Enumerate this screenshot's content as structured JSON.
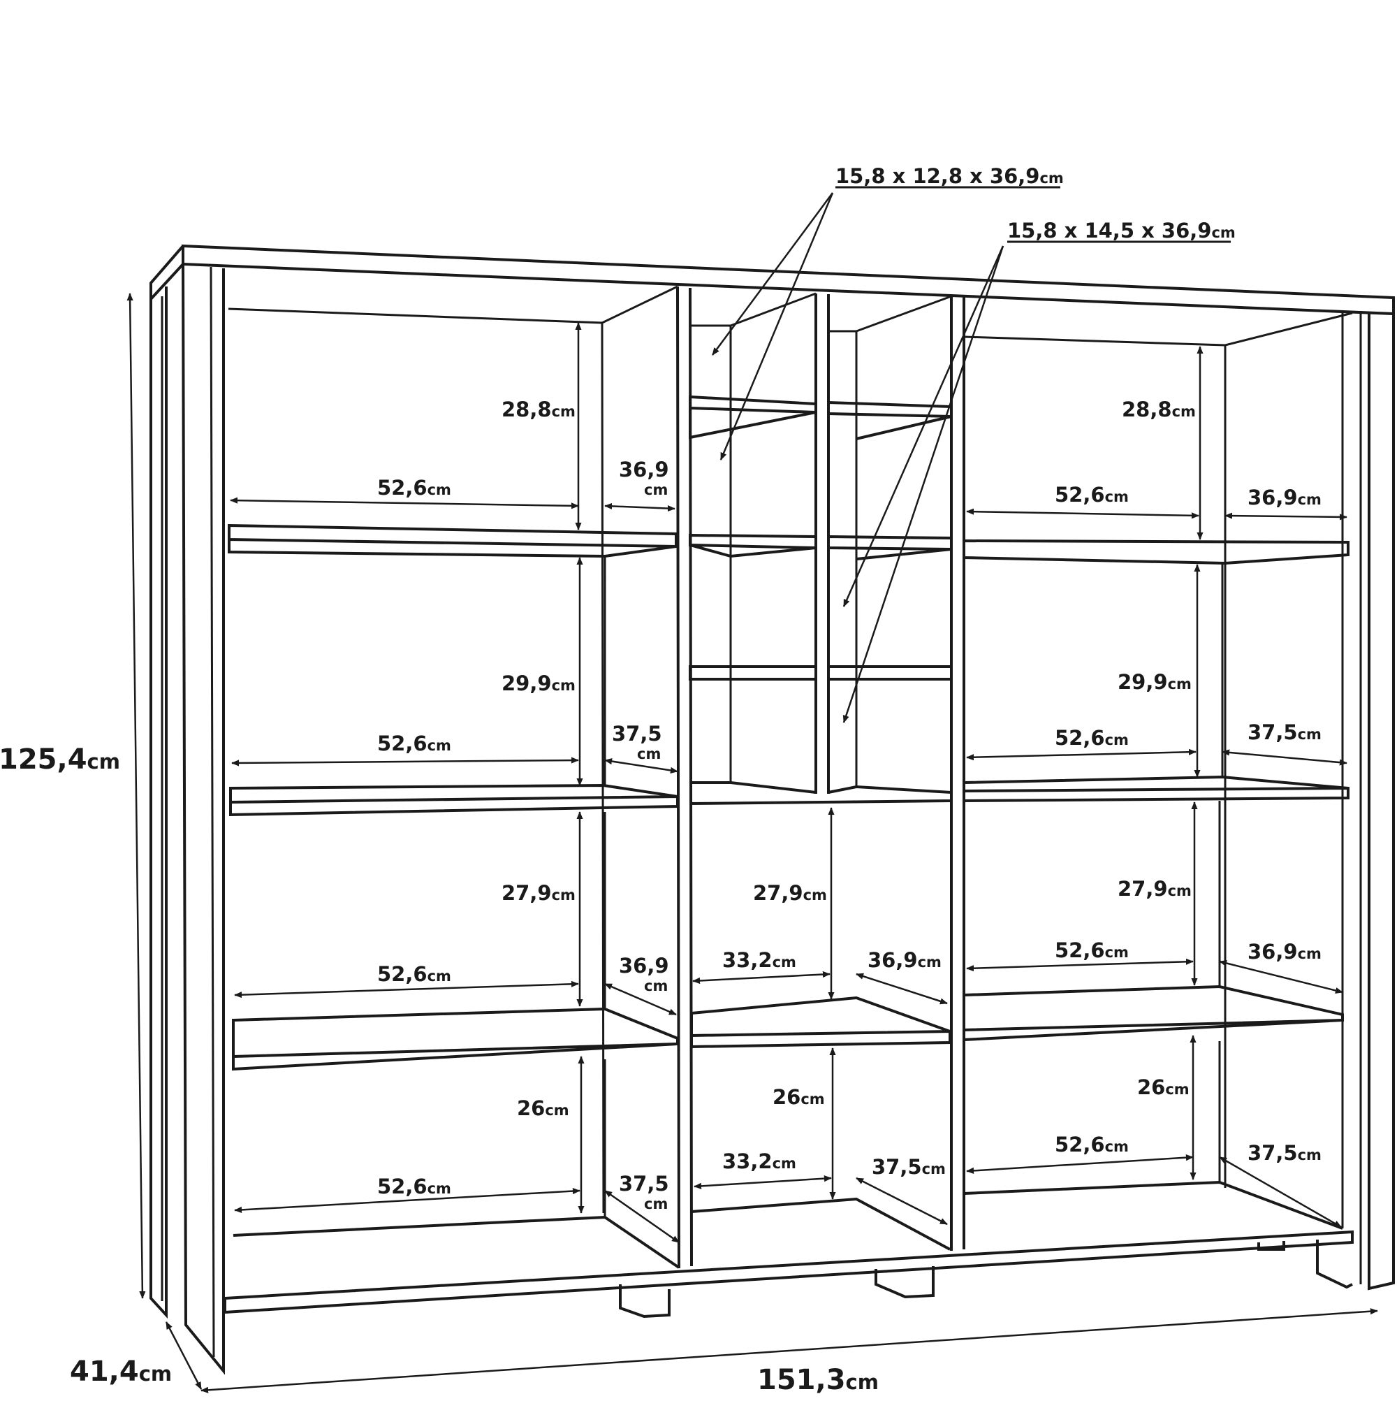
{
  "colors": {
    "line": "#1a1a1a",
    "background": "#ffffff"
  },
  "overall": {
    "height": "125,4",
    "height_unit": "cm",
    "depth": "41,4",
    "depth_unit": "cm",
    "width": "151,3",
    "width_unit": "cm"
  },
  "callouts": [
    {
      "text": "15,8 x 12,8 x 36,9",
      "unit": "cm"
    },
    {
      "text": "15,8 x 14,5 x 36,9",
      "unit": "cm"
    }
  ],
  "labels": [
    {
      "id": "lt1-h",
      "value": "28,8",
      "unit": "cm"
    },
    {
      "id": "lt1-w",
      "value": "52,6",
      "unit": "cm"
    },
    {
      "id": "lt1-d",
      "value": "36,9",
      "unit": "cm"
    },
    {
      "id": "lt2-h",
      "value": "29,9",
      "unit": "cm"
    },
    {
      "id": "lt2-w",
      "value": "52,6",
      "unit": "cm"
    },
    {
      "id": "lt2-d",
      "value": "37,5",
      "unit": "cm"
    },
    {
      "id": "lt3-h",
      "value": "27,9",
      "unit": "cm"
    },
    {
      "id": "lt3-w",
      "value": "52,6",
      "unit": "cm"
    },
    {
      "id": "lt3-d",
      "value": "36,9",
      "unit": "cm"
    },
    {
      "id": "lt4-h",
      "value": "26",
      "unit": "cm"
    },
    {
      "id": "lt4-w",
      "value": "52,6",
      "unit": "cm"
    },
    {
      "id": "lt4-d",
      "value": "37,5",
      "unit": "cm"
    },
    {
      "id": "mc3-h",
      "value": "27,9",
      "unit": "cm"
    },
    {
      "id": "mc3-w",
      "value": "33,2",
      "unit": "cm"
    },
    {
      "id": "mc3-d",
      "value": "36,9",
      "unit": "cm"
    },
    {
      "id": "mc4-h",
      "value": "26",
      "unit": "cm"
    },
    {
      "id": "mc4-w",
      "value": "33,2",
      "unit": "cm"
    },
    {
      "id": "mc4-d",
      "value": "37,5",
      "unit": "cm"
    },
    {
      "id": "rt1-h",
      "value": "28,8",
      "unit": "cm"
    },
    {
      "id": "rt1-w",
      "value": "52,6",
      "unit": "cm"
    },
    {
      "id": "rt1-d",
      "value": "36,9",
      "unit": "cm"
    },
    {
      "id": "rt2-h",
      "value": "29,9",
      "unit": "cm"
    },
    {
      "id": "rt2-w",
      "value": "52,6",
      "unit": "cm"
    },
    {
      "id": "rt2-d",
      "value": "37,5",
      "unit": "cm"
    },
    {
      "id": "rt3-h",
      "value": "27,9",
      "unit": "cm"
    },
    {
      "id": "rt3-w",
      "value": "52,6",
      "unit": "cm"
    },
    {
      "id": "rt3-d",
      "value": "36,9",
      "unit": "cm"
    },
    {
      "id": "rt4-h",
      "value": "26",
      "unit": "cm"
    },
    {
      "id": "rt4-w",
      "value": "52,6",
      "unit": "cm"
    },
    {
      "id": "rt4-d",
      "value": "37,5",
      "unit": "cm"
    }
  ]
}
